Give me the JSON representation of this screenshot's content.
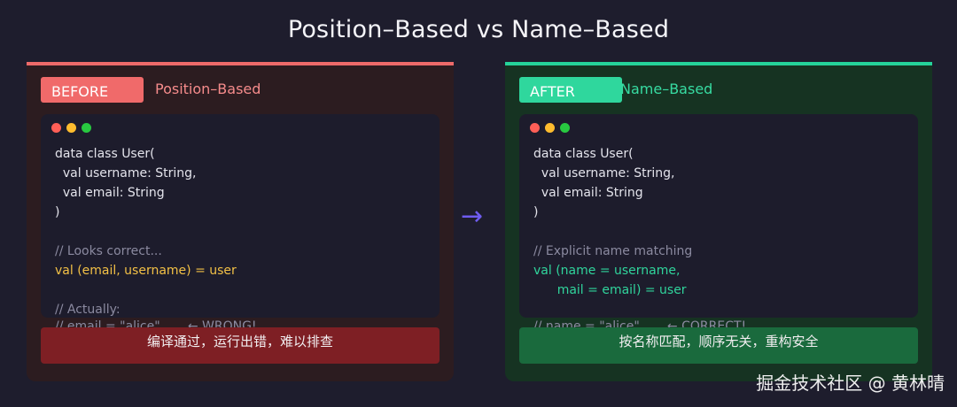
{
  "title": "Position–Based vs Name–Based",
  "before": {
    "badge": "BEFORE",
    "subtitle": "Position–Based",
    "code_lines": [
      {
        "text": "data class User(",
        "kind": "plain"
      },
      {
        "text": "  val username: String,",
        "kind": "plain"
      },
      {
        "text": "  val email: String",
        "kind": "plain"
      },
      {
        "text": ")",
        "kind": "plain"
      },
      {
        "text": "",
        "kind": "plain"
      },
      {
        "text": "// Looks correct...",
        "kind": "comment"
      },
      {
        "text": "val (email, username) = user",
        "kind": "hl"
      },
      {
        "text": "",
        "kind": "plain"
      },
      {
        "text": "// Actually:",
        "kind": "comment"
      }
    ],
    "overflow_line": "// email = \"alice\"       ← WRONG!",
    "footer": "编译通过，运行出错，难以排查"
  },
  "after": {
    "badge": "AFTER",
    "subtitle": "Name–Based",
    "code_lines": [
      {
        "text": "data class User(",
        "kind": "plain"
      },
      {
        "text": "  val username: String,",
        "kind": "plain"
      },
      {
        "text": "  val email: String",
        "kind": "plain"
      },
      {
        "text": ")",
        "kind": "plain"
      },
      {
        "text": "",
        "kind": "plain"
      },
      {
        "text": "// Explicit name matching",
        "kind": "comment"
      },
      {
        "text": "val (name = username,",
        "kind": "hl"
      },
      {
        "text": "      mail = email) = user",
        "kind": "hl"
      }
    ],
    "overflow_line": "// name = \"alice\"       ← CORRECT!",
    "footer": "按名称匹配，顺序无关，重构安全"
  },
  "arrow": "→",
  "watermark": "掘金技术社区 @ 黄林晴"
}
